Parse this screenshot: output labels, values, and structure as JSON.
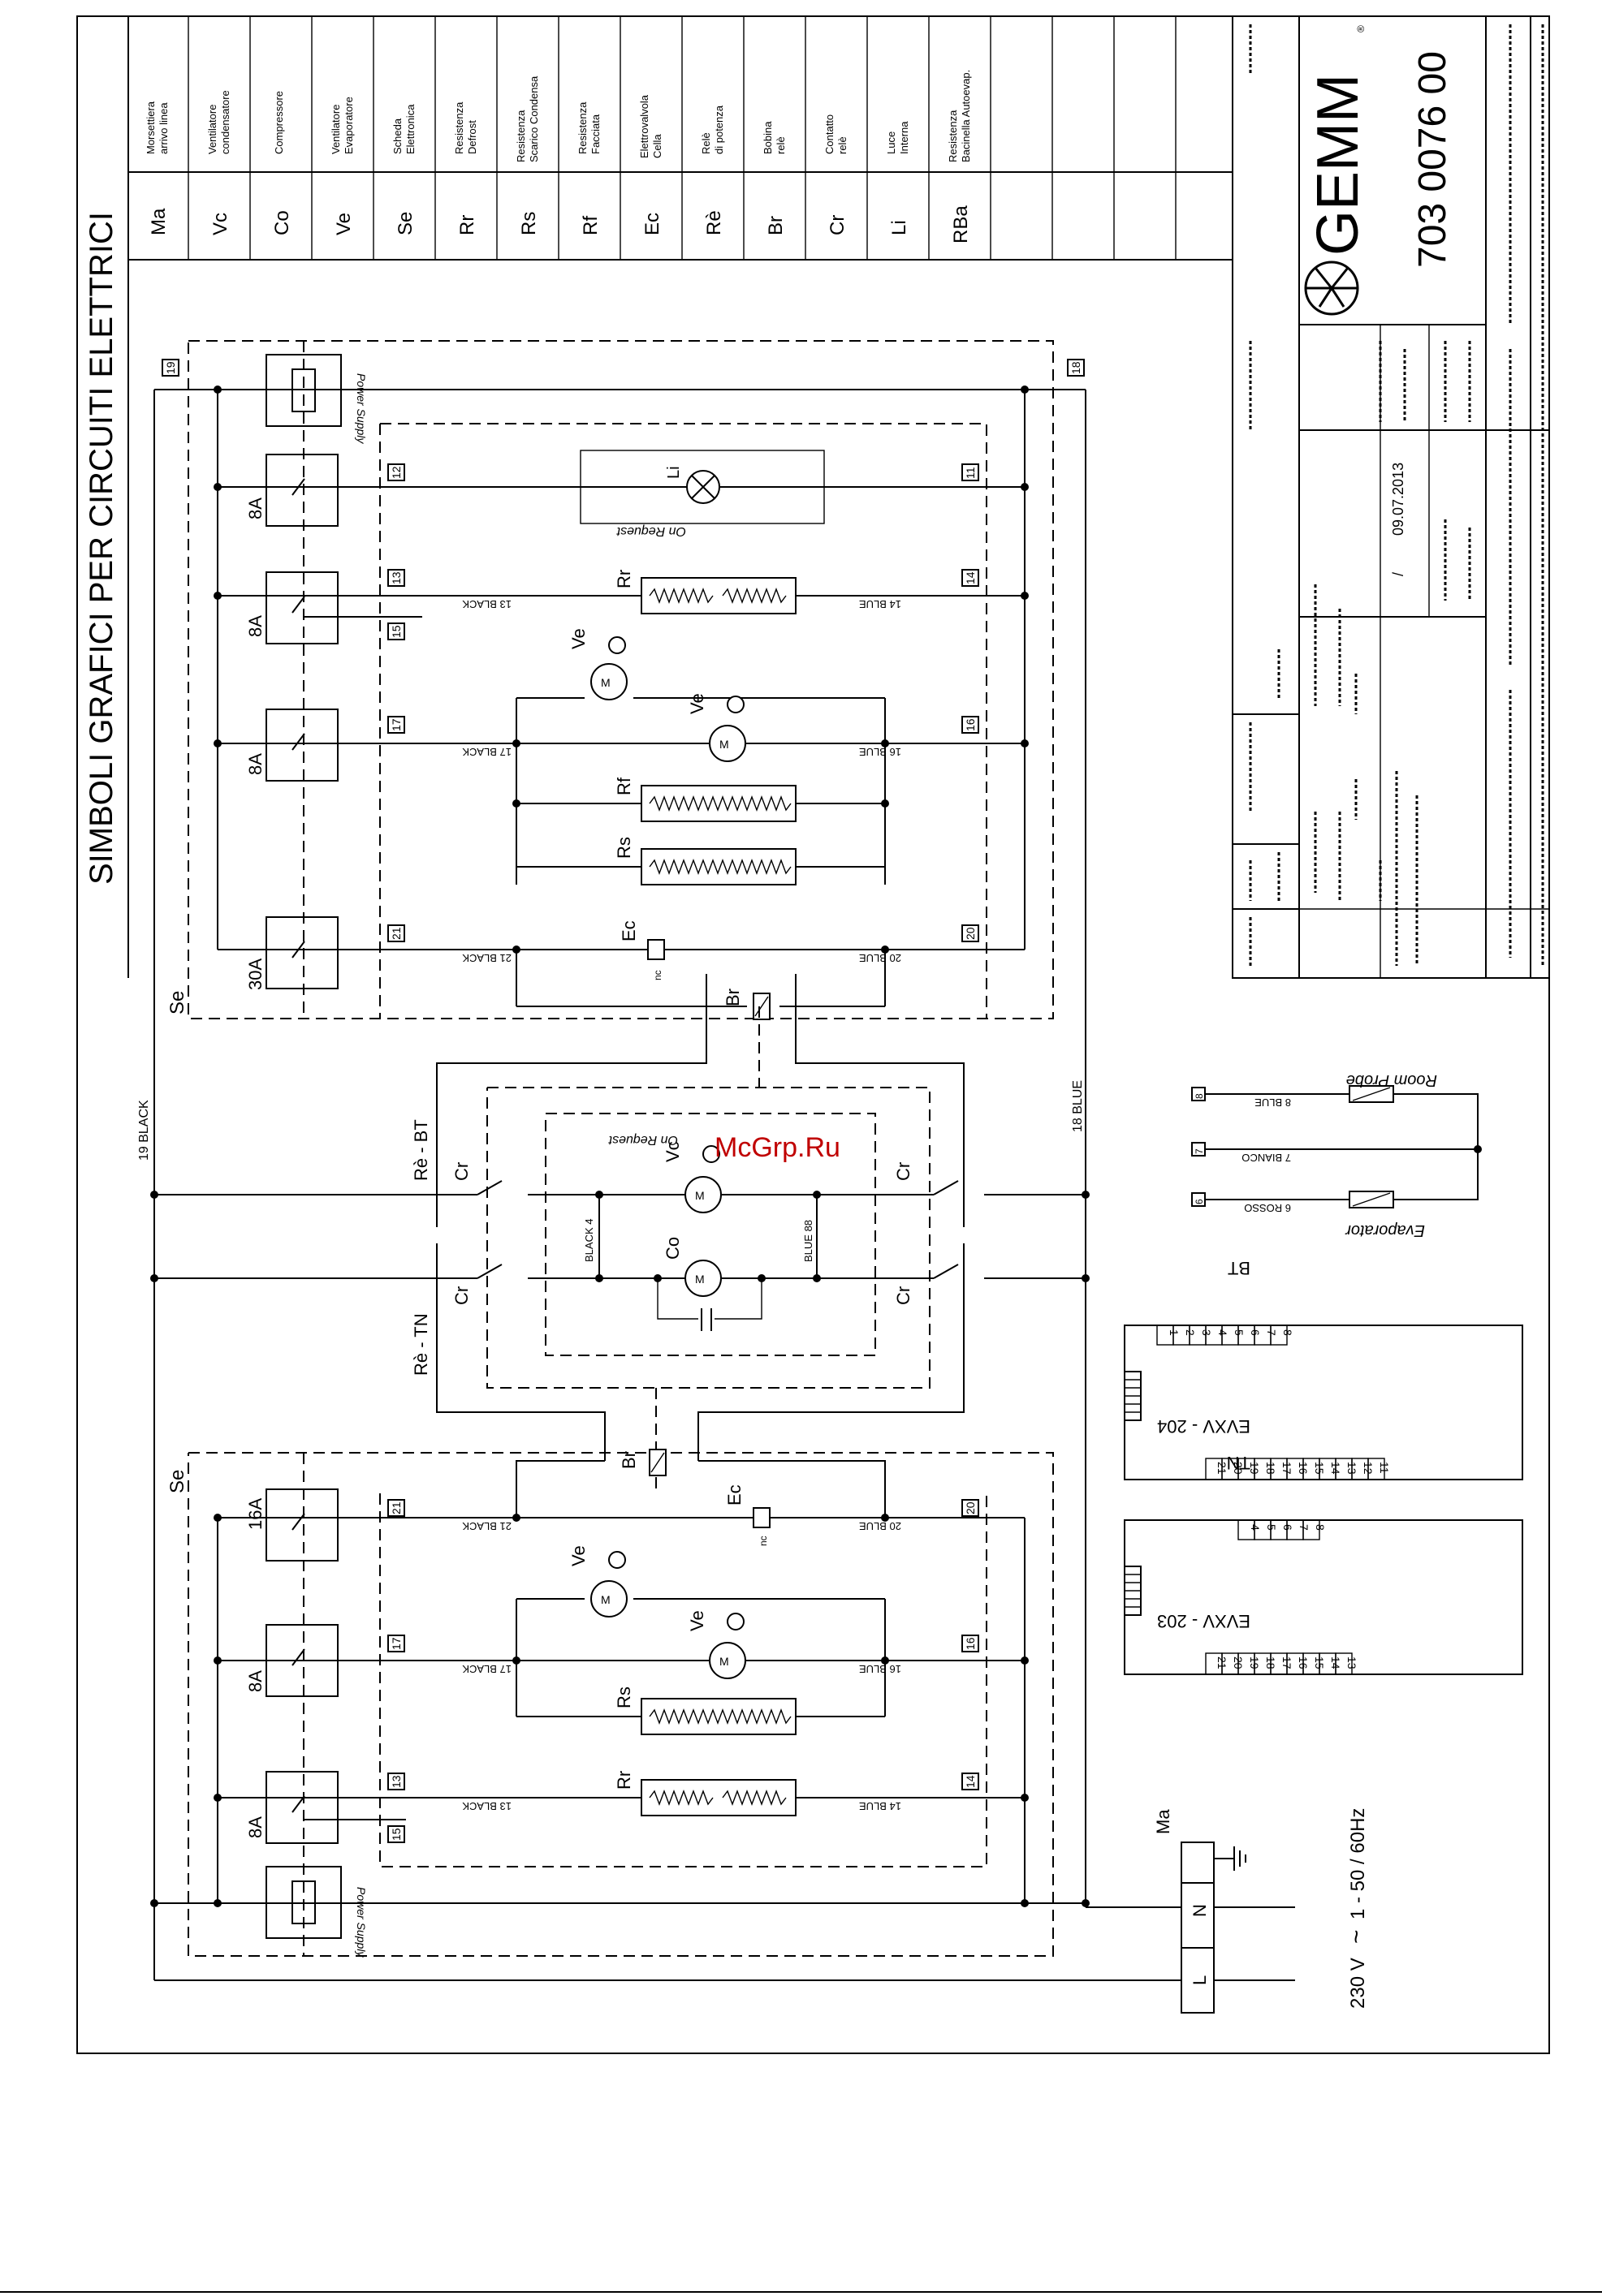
{
  "title": "SIMBOLI GRAFICI PER CIRCUITI  ELETTRICI",
  "legend": [
    {
      "code": "Ma",
      "desc1": "Morsettiera",
      "desc2": "arrivo linea"
    },
    {
      "code": "Vc",
      "desc1": "Ventilatore",
      "desc2": "condensatore"
    },
    {
      "code": "Co",
      "desc1": "Compressore",
      "desc2": ""
    },
    {
      "code": "Ve",
      "desc1": "Ventilatore",
      "desc2": "Evaporatore"
    },
    {
      "code": "Se",
      "desc1": "Scheda",
      "desc2": "Elettronica"
    },
    {
      "code": "Rr",
      "desc1": "Resistenza",
      "desc2": "Defrost"
    },
    {
      "code": "Rs",
      "desc1": "Resistenza",
      "desc2": "Scarico Condensa"
    },
    {
      "code": "Rf",
      "desc1": "Resistenza",
      "desc2": "Facciata"
    },
    {
      "code": "Ec",
      "desc1": "Elettrovalvola",
      "desc2": "Cella"
    },
    {
      "code": "Rè",
      "desc1": "Relè",
      "desc2": "di potenza"
    },
    {
      "code": "Br",
      "desc1": "Bobina",
      "desc2": "relè"
    },
    {
      "code": "Cr",
      "desc1": "Contatto",
      "desc2": "relè"
    },
    {
      "code": "Li",
      "desc1": "Luce",
      "desc2": "Interna"
    },
    {
      "code": "RBa",
      "desc1": "Resistenza",
      "desc2": "Bacinella Autoevap."
    }
  ],
  "title_block": {
    "brand": "GEMM",
    "registered": "®",
    "drawing_number": "703 0076 00",
    "date": "09.07.2013",
    "revision": "/"
  },
  "upper_board": {
    "label": "Se",
    "power_supply": "Power Supply",
    "terminals": [
      "19",
      "18",
      "12",
      "11",
      "13",
      "14",
      "15",
      "17",
      "16",
      "21",
      "20"
    ],
    "fuses": [
      "8A",
      "8A",
      "8A",
      "30A"
    ],
    "light": "Li",
    "on_request": "On Request",
    "wires": [
      "13 BLACK",
      "14 BLUE",
      "17 BLACK",
      "16 BLUE",
      "21 BLACK",
      "20 BLUE"
    ],
    "components": [
      "Rr",
      "Ve",
      "Ve",
      "Rf",
      "Rs",
      "Ec",
      "Br"
    ],
    "nc": "nc"
  },
  "lower_board": {
    "label": "Se",
    "power_supply": "Power Supply",
    "terminals": [
      "21",
      "20",
      "17",
      "16",
      "13",
      "14",
      "15"
    ],
    "fuses": [
      "16A",
      "8A",
      "8A"
    ],
    "wires": [
      "21 BLACK",
      "20 BLUE",
      "17 BLACK",
      "16 BLUE",
      "13 BLACK",
      "14 BLUE"
    ],
    "components": [
      "Ec",
      "Ve",
      "Ve",
      "Rs",
      "Rr",
      "Br"
    ],
    "nc": "nc"
  },
  "middle": {
    "relay_bt": "Rè - BT",
    "relay_tn": "Rè - TN",
    "cr": "Cr",
    "vc": "Vc",
    "co": "Co",
    "on_request": "On Request",
    "black4": "BLACK 4",
    "blue88": "BLUE 88",
    "black19": "19 BLACK",
    "blue18": "18 BLUE"
  },
  "probes": {
    "room_probe": "Room Probe",
    "evaporator": "Evaporator",
    "t8": "8",
    "w8": "8 BLUE",
    "t7": "7",
    "w7": "7 BIANCO",
    "t6": "6",
    "w6": "6 ROSSO"
  },
  "controllers": [
    {
      "name": "EVXV - 204",
      "mode": "BT",
      "top": [
        "1",
        "2",
        "3",
        "4",
        "5",
        "6",
        "7",
        "8"
      ],
      "bottom": [
        "21",
        "20",
        "19",
        "18",
        "17",
        "16",
        "15",
        "14",
        "13",
        "12",
        "11"
      ]
    },
    {
      "name": "EVXV - 203",
      "mode": "TN",
      "top": [
        "4",
        "5",
        "6",
        "7",
        "8"
      ],
      "bottom": [
        "21",
        "20",
        "19",
        "18",
        "17",
        "16",
        "15",
        "14",
        "13"
      ]
    }
  ],
  "mains": {
    "terminal_block": "Ma",
    "L": "L",
    "N": "N",
    "supply": "230 V",
    "tilde": "~",
    "freq": "1 - 50 / 60Hz"
  },
  "watermark": "McGrp.Ru"
}
